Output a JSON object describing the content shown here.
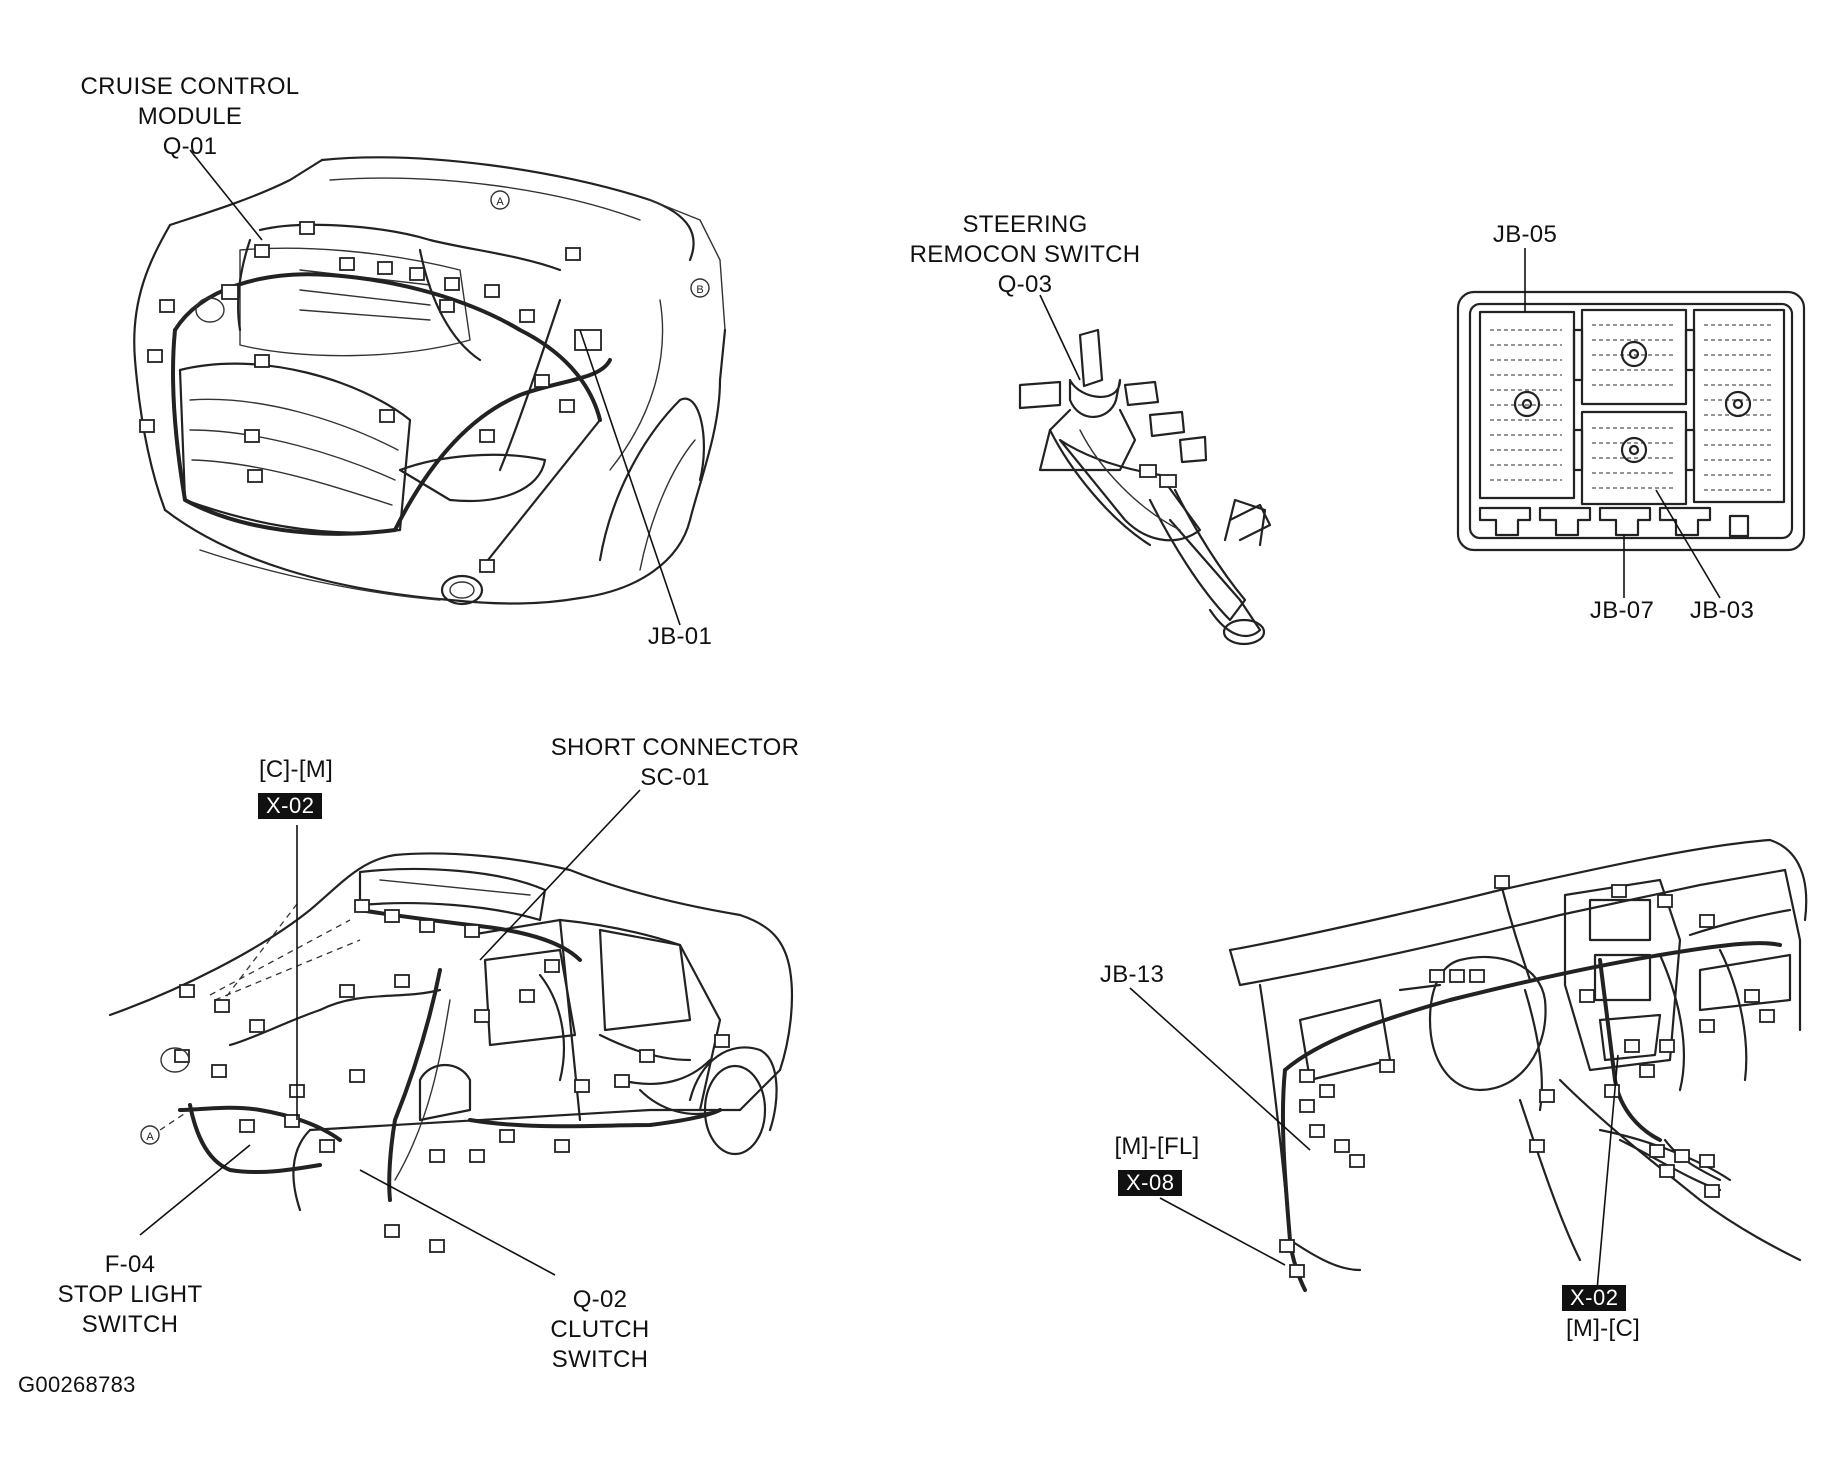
{
  "labels": {
    "cruise_module": [
      "CRUISE CONTROL",
      "MODULE",
      "Q-01"
    ],
    "jb01": "JB-01",
    "steering_switch": [
      "STEERING",
      "REMOCON SWITCH",
      "Q-03"
    ],
    "jb05": "JB-05",
    "jb07": "JB-07",
    "jb03": "JB-03",
    "c_m": "[C]-[M]",
    "x02_left": "X-02",
    "short_connector": [
      "SHORT CONNECTOR",
      "SC-01"
    ],
    "f04": [
      "F-04",
      "STOP LIGHT",
      "SWITCH"
    ],
    "q02": [
      "Q-02",
      "CLUTCH",
      "SWITCH"
    ],
    "figure_id": "G00268783",
    "jb13": "JB-13",
    "m_fl": "[M]-[FL]",
    "x08": "X-08",
    "x02_right": "X-02",
    "m_c": "[M]-[C]",
    "marker_a": "A",
    "marker_b": "B"
  }
}
